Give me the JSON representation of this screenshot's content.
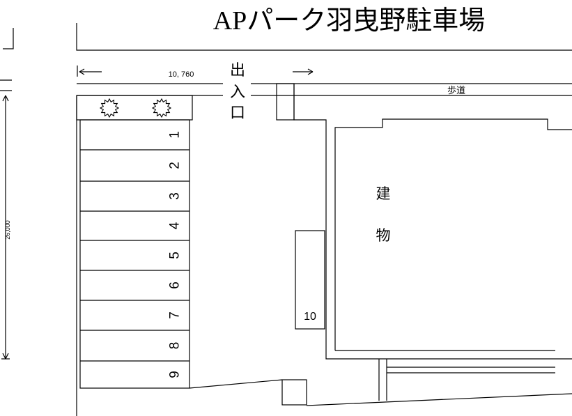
{
  "title": "APパーク羽曳野駐車場",
  "dimensions": {
    "width_label": "10, 760",
    "depth_label": "26,000"
  },
  "entrance_label": [
    "出",
    "入",
    "口"
  ],
  "sidewalk_label": "歩道",
  "building_label": [
    "建",
    "物"
  ],
  "parking_spaces": [
    "1",
    "2",
    "3",
    "4",
    "5",
    "6",
    "7",
    "8",
    "9"
  ],
  "extra_space": "10",
  "icons": {
    "planter": "flower-icon",
    "arrow_left": "arrow-left-icon",
    "arrow_right": "arrow-right-icon"
  },
  "colors": {
    "line": "#000000",
    "background": "#ffffff"
  }
}
